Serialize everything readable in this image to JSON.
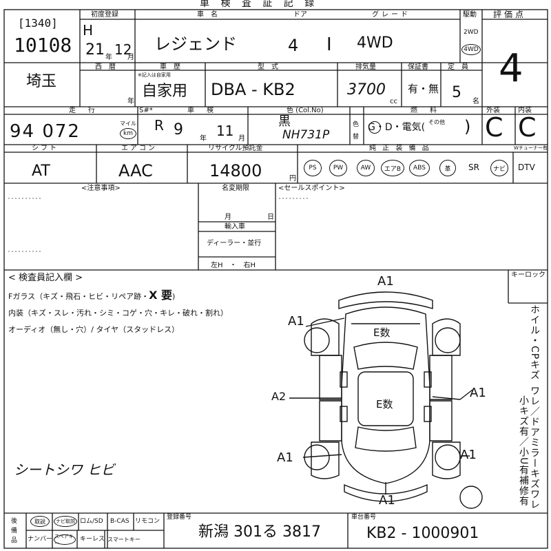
{
  "header": {
    "title_fragment": "車 検 査 証 記 録",
    "first_registration_label": "初度登録",
    "car_name_label": "車　名",
    "doors_label": "ドア",
    "grade_label": "グレード",
    "drive_label": "駆動",
    "drive_2wd": "2WD",
    "drive_4wd": "4WD",
    "evaluation_label": "評価点"
  },
  "lot": {
    "code": "[1340]",
    "number": "10108"
  },
  "registration": {
    "era": "H",
    "year": "21",
    "year_unit": "年",
    "month": "12",
    "month_unit": "月"
  },
  "vehicle": {
    "name": "レジェンド",
    "doors": "4",
    "grade_roman": "I",
    "grade_drive": "4WD",
    "evaluation_score": "4"
  },
  "row2": {
    "prefecture": "埼玉",
    "western_year_label": "西　暦",
    "western_year_unit": "年",
    "history_label": "車　歴",
    "history_note": "※記入は自家用",
    "history_value": "自家用",
    "model_label": "型　式",
    "model_value": "DBA - KB2",
    "displacement_label": "排気量",
    "displacement_value": "3700",
    "displacement_unit": "cc",
    "warranty_label": "保証書",
    "warranty_value": "有・無",
    "capacity_label": "定　員",
    "capacity_value": "5",
    "capacity_unit": "名"
  },
  "row3": {
    "mileage_label": "走　行",
    "mileage_value": "94 072",
    "mileage_unit_mile": "マイル",
    "mileage_unit_km": "km",
    "inspection_label_prefix": "S#*",
    "inspection_label": "車　検",
    "inspection_era": "R",
    "inspection_year": "9",
    "inspection_year_unit": "年",
    "inspection_month": "11",
    "inspection_month_unit": "月",
    "color_label": "色 (Col.No)",
    "color_value": "黒",
    "color_code": "NH731P",
    "color_change_label": "色替",
    "fuel_label": "燃　料",
    "fuel_options": "G・D・電気(",
    "fuel_other": "その他",
    "exterior_label": "外装",
    "exterior_value": "C",
    "interior_label": "内装",
    "interior_value": "C"
  },
  "row4": {
    "shift_label": "シフト",
    "shift_value": "AT",
    "ac_label": "エアコン",
    "ac_value": "AAC",
    "recycle_label": "リサイクル預託金",
    "recycle_value": "14800",
    "recycle_unit": "円",
    "equipment_label": "純 正 装 備 品",
    "tuner_label": "Wチューナー有",
    "equipment": [
      "PS",
      "PW",
      "AW",
      "エアB",
      "ABS",
      "革",
      "SR",
      "ナビ",
      "DTV"
    ]
  },
  "notes": {
    "caution_label": "<注意事項>",
    "name_change_label": "名変期限",
    "name_change_month": "月",
    "name_change_day": "日",
    "import_label": "輸入車",
    "dealer_label": "ディーラー・並行",
    "steering_label": "左H　・　右H",
    "sales_point_label": "<セールスポイント>",
    "inspector_heading": "< 検査員記入欄 >",
    "inspector_line1": "Fガラス（キズ・飛石・ヒビ・リペア跡・",
    "inspector_line1_mark": "X 要",
    "inspector_line1_end": ")",
    "inspector_line2": "内装（キズ・スレ・汚れ・シミ・コゲ・穴・キレ・破れ・割れ）",
    "inspector_line3": "オーディオ（無し・穴）/ タイヤ（スタッドレス）",
    "handwritten_seat": "シートシワ ヒビ",
    "keyless_label": "キーロック",
    "vertical_note_1": "ホイル・CPキズ",
    "vertical_note_2": "ワレ／ドアミラーキズワレ",
    "vertical_note_3": "小キズ有／小U有",
    "vertical_note_4": "補修有"
  },
  "diagram": {
    "marks": [
      "A1",
      "A1",
      "A2",
      "A1",
      "A1",
      "A1",
      "A1"
    ],
    "inside_top": "E数",
    "inside_mid": "E数"
  },
  "footer": {
    "spare_label": "後\n備\n品",
    "items_row1": [
      "取説",
      "ナビ取説",
      "ロム/SD",
      "B-CAS",
      "リモコン"
    ],
    "items_row2": [
      "ナンバー",
      "スペアキー",
      "キーレス",
      "スマートキー"
    ],
    "plate_label": "登録番号",
    "plate_value": "新潟 301る 3817",
    "chassis_label": "車台番号",
    "chassis_value": "KB2 - 1000901"
  }
}
